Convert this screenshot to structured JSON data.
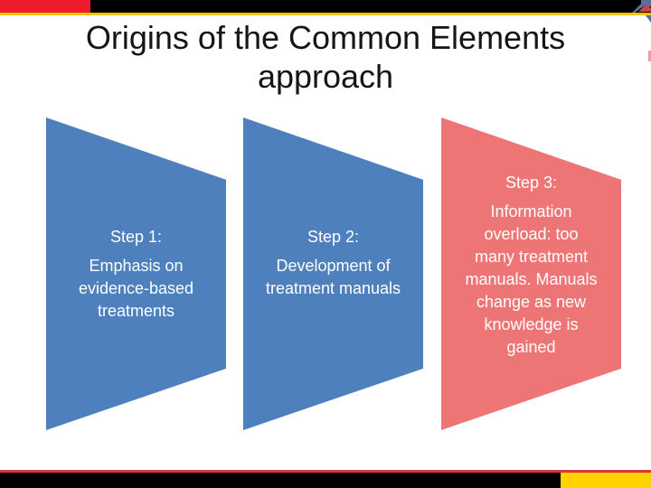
{
  "header": {
    "title_line1": "Origins of the Common Elements",
    "title_line2": "approach"
  },
  "steps": [
    {
      "heading": "Step 1:",
      "body": "Emphasis on evidence-based treatments",
      "color": "#4E80BD"
    },
    {
      "heading": "Step 2:",
      "body": "Development of treatment manuals",
      "color": "#4E80BD"
    },
    {
      "heading": "Step 3:",
      "body": "Information overload: too many treatment manuals. Manuals change as new knowledge is gained",
      "color": "#EE7576"
    }
  ],
  "colors": {
    "banner_red": "#EC1B2D",
    "banner_black": "#000000",
    "gold_line": "#F2C500",
    "bottom_red_line": "#D6363E",
    "bottom_black": "#000000",
    "bottom_yellow": "#FFD100",
    "sliver_pink": "#F29A9C",
    "title_text": "#151515",
    "shape_text": "#FFFFFF"
  }
}
